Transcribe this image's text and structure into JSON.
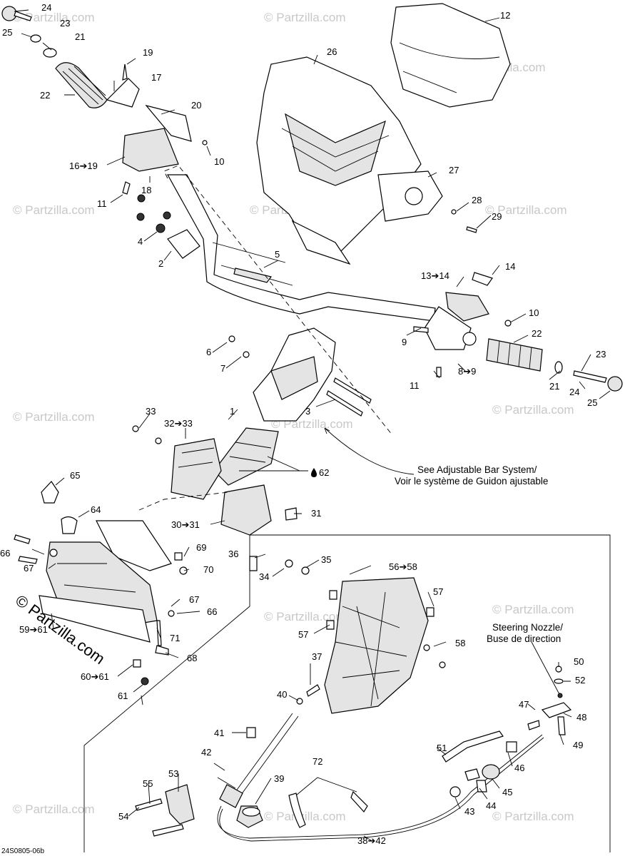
{
  "labels": {
    "l24a": "24",
    "l25a": "25",
    "l23a": "23",
    "l21a": "21",
    "l19a": "19",
    "l17": "17",
    "l22a": "22",
    "l20": "20",
    "l16_19": "16➔19",
    "l10a": "10",
    "l18": "18",
    "l11a": "11",
    "l4": "4",
    "l2": "2",
    "l26": "26",
    "l12": "12",
    "l27": "27",
    "l28": "28",
    "l29": "29",
    "l5": "5",
    "l13_14": "13➔14",
    "l14": "14",
    "l10b": "10",
    "l9": "9",
    "l22b": "22",
    "l6": "6",
    "l7": "7",
    "l1": "1",
    "l3": "3",
    "l11b": "11",
    "l8_9": "8➔9",
    "l23b": "23",
    "l21b": "21",
    "l24b": "24",
    "l25b": "25",
    "l33": "33",
    "l32_33": "32➔33",
    "l62": "62",
    "l65": "65",
    "l64": "64",
    "l31": "31",
    "l30_31": "30➔31",
    "l66a": "66",
    "l69": "69",
    "l70": "70",
    "l67a": "67",
    "l36": "36",
    "l35": "35",
    "l34": "34",
    "l67b": "67",
    "l66b": "66",
    "l56_58": "56➔58",
    "l57a": "57",
    "l59_61": "59➔61",
    "l71": "71",
    "l57b": "57",
    "l58": "58",
    "l68": "68",
    "l60_61": "60➔61",
    "l37": "37",
    "l61": "61",
    "l50": "50",
    "l52": "52",
    "l40": "40",
    "l47": "47",
    "l48": "48",
    "l41": "41",
    "l49": "49",
    "l42": "42",
    "l51": "51",
    "l46": "46",
    "l72": "72",
    "l53": "53",
    "l39": "39",
    "l45": "45",
    "l55": "55",
    "l54": "54",
    "l44": "44",
    "l43": "43",
    "l38_42": "38➔42"
  },
  "captions": {
    "adjustable_en": "See Adjustable Bar System/",
    "adjustable_fr": "Voir le système de Guidon ajustable",
    "nozzle_en": "Steering Nozzle/",
    "nozzle_fr": "Buse de direction"
  },
  "diagram_code": "24S0805-06b",
  "watermark": {
    "main": "© Partzilla.com",
    "repeat": "© Partzilla.com"
  },
  "icons": [
    "oil-drop-icon"
  ]
}
